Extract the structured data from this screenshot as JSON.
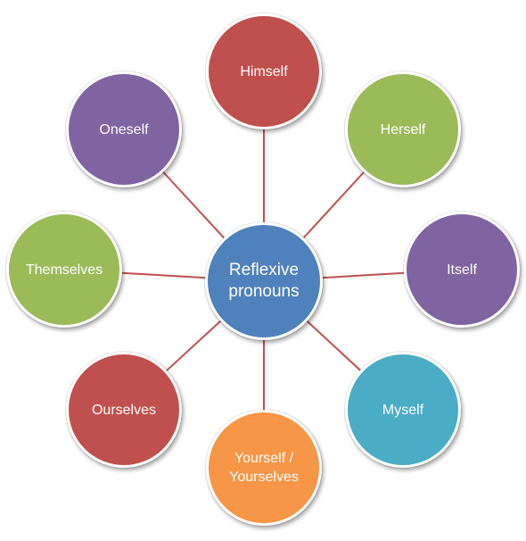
{
  "center": {
    "label": "Reflexive pronouns",
    "color": "#4f81bd"
  },
  "nodes": [
    {
      "label": "Himself",
      "color": "#c0504d"
    },
    {
      "label": "Herself",
      "color": "#9bbb59"
    },
    {
      "label": "Itself",
      "color": "#8064a2"
    },
    {
      "label": "Myself",
      "color": "#4bacc6"
    },
    {
      "label": "Yourself / Yourselves",
      "color": "#f79646"
    },
    {
      "label": "Ourselves",
      "color": "#c0504d"
    },
    {
      "label": "Themselves",
      "color": "#9bbb59"
    },
    {
      "label": "Oneself",
      "color": "#8064a2"
    }
  ],
  "connector_color": "#c0504d"
}
